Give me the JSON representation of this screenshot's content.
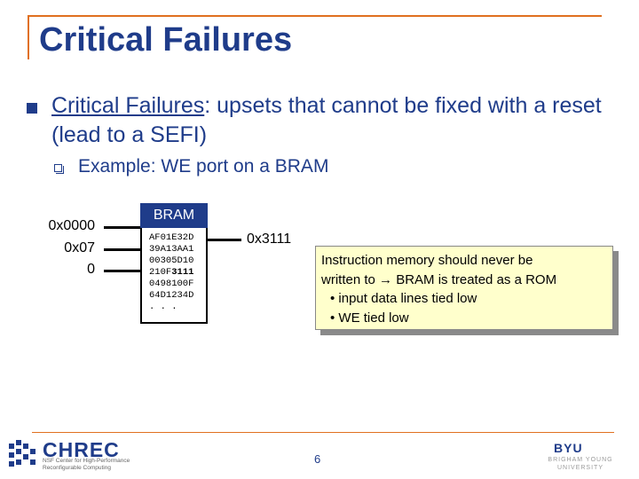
{
  "slide": {
    "title": "Critical Failures",
    "bullet1_term": "Critical Failures",
    "bullet1_rest": ":  upsets that cannot be fixed with a reset (lead to a SEFI)",
    "bullet2": "Example: WE port on a BRAM",
    "page_number": "6"
  },
  "diagram": {
    "ports": [
      "0x0000",
      "0x07",
      "0"
    ],
    "bram_label": "BRAM",
    "memory": [
      "AF01E32D",
      "39A13AA1",
      "00305D10",
      "210F",
      "3111",
      "0498100F",
      "64D1234D",
      ". . ."
    ],
    "output": "0x3111"
  },
  "note": {
    "line1": "Instruction memory should never be",
    "line2": "written to → BRAM is treated as a ROM",
    "item1": "• input data lines tied low",
    "item2": "• WE tied low"
  },
  "footer": {
    "chrec": "CHREC",
    "chrec_sub": "NSF Center for High-Performance Reconfigurable Computing",
    "byu": "BYU",
    "byu_sub": "BRIGHAM YOUNG UNIVERSITY"
  },
  "colors": {
    "title": "#1f3c8a",
    "accent": "#e07020",
    "note_bg": "#ffffcc"
  }
}
